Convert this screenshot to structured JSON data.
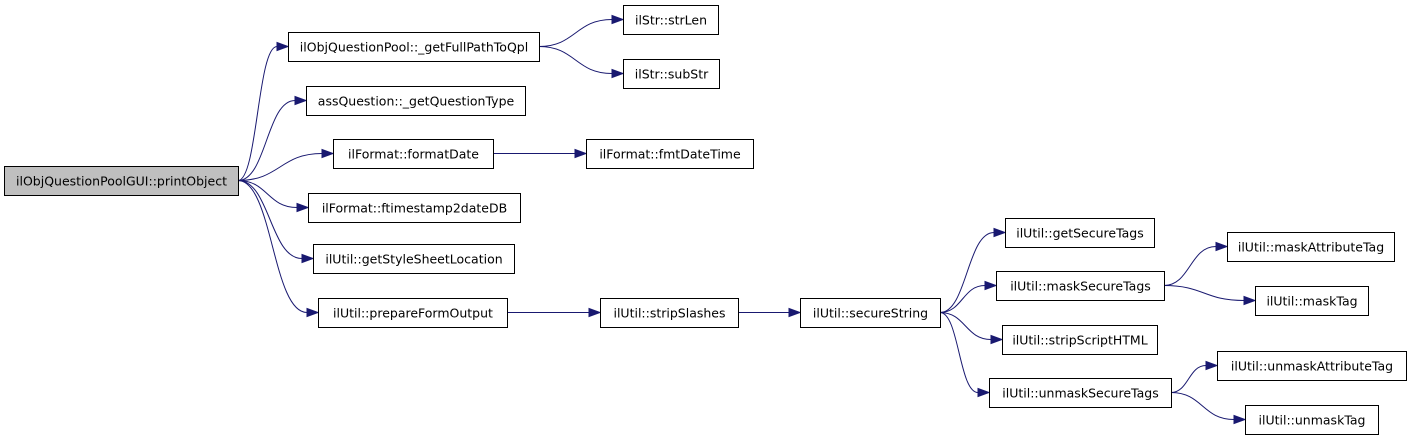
{
  "nodes": [
    {
      "id": "root",
      "label": "ilObjQuestionPoolGUI::printObject"
    },
    {
      "id": "getFullPath",
      "label": "ilObjQuestionPool::_getFullPathToQpl"
    },
    {
      "id": "strLen",
      "label": "ilStr::strLen"
    },
    {
      "id": "subStr",
      "label": "ilStr::subStr"
    },
    {
      "id": "getQType",
      "label": "assQuestion::_getQuestionType"
    },
    {
      "id": "formatDate",
      "label": "ilFormat::formatDate"
    },
    {
      "id": "fmtDateTime",
      "label": "ilFormat::fmtDateTime"
    },
    {
      "id": "ftimestamp",
      "label": "ilFormat::ftimestamp2dateDB"
    },
    {
      "id": "styleSheet",
      "label": "ilUtil::getStyleSheetLocation"
    },
    {
      "id": "prepareForm",
      "label": "ilUtil::prepareFormOutput"
    },
    {
      "id": "stripSlashes",
      "label": "ilUtil::stripSlashes"
    },
    {
      "id": "secureString",
      "label": "ilUtil::secureString"
    },
    {
      "id": "getSecureTags",
      "label": "ilUtil::getSecureTags"
    },
    {
      "id": "maskSecureTags",
      "label": "ilUtil::maskSecureTags"
    },
    {
      "id": "maskAttrTag",
      "label": "ilUtil::maskAttributeTag"
    },
    {
      "id": "maskTag",
      "label": "ilUtil::maskTag"
    },
    {
      "id": "stripScript",
      "label": "ilUtil::stripScriptHTML"
    },
    {
      "id": "unmaskSecureTags",
      "label": "ilUtil::unmaskSecureTags"
    },
    {
      "id": "unmaskAttrTag",
      "label": "ilUtil::unmaskAttributeTag"
    },
    {
      "id": "unmaskTag",
      "label": "ilUtil::unmaskTag"
    }
  ],
  "edges": [
    {
      "from": "root",
      "to": "getFullPath"
    },
    {
      "from": "root",
      "to": "getQType"
    },
    {
      "from": "root",
      "to": "formatDate"
    },
    {
      "from": "root",
      "to": "ftimestamp"
    },
    {
      "from": "root",
      "to": "styleSheet"
    },
    {
      "from": "root",
      "to": "prepareForm"
    },
    {
      "from": "getFullPath",
      "to": "strLen"
    },
    {
      "from": "getFullPath",
      "to": "subStr"
    },
    {
      "from": "formatDate",
      "to": "fmtDateTime"
    },
    {
      "from": "prepareForm",
      "to": "stripSlashes"
    },
    {
      "from": "stripSlashes",
      "to": "secureString"
    },
    {
      "from": "secureString",
      "to": "getSecureTags"
    },
    {
      "from": "secureString",
      "to": "maskSecureTags"
    },
    {
      "from": "secureString",
      "to": "stripScript"
    },
    {
      "from": "secureString",
      "to": "unmaskSecureTags"
    },
    {
      "from": "maskSecureTags",
      "to": "maskAttrTag"
    },
    {
      "from": "maskSecureTags",
      "to": "maskTag"
    },
    {
      "from": "unmaskSecureTags",
      "to": "unmaskAttrTag"
    },
    {
      "from": "unmaskSecureTags",
      "to": "unmaskTag"
    }
  ]
}
